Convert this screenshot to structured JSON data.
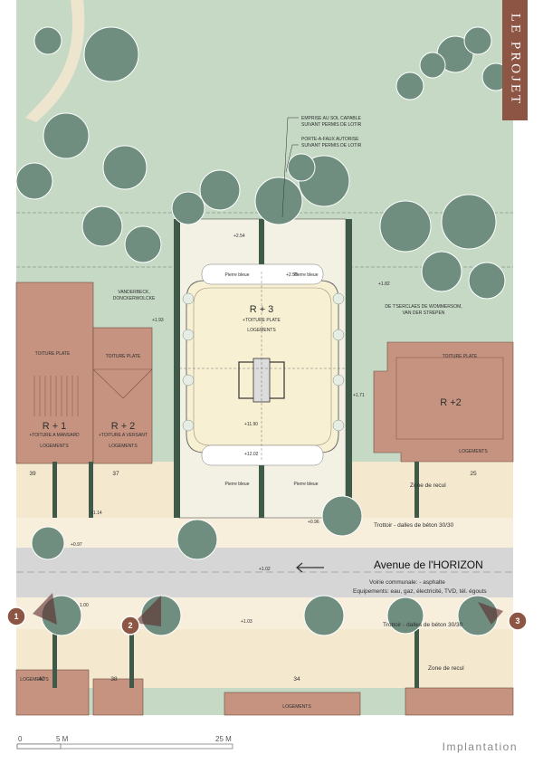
{
  "side_tab": {
    "label": "LE PROJET"
  },
  "caption": "Implantation",
  "scale": {
    "zero": "0",
    "mid": "5 M",
    "end": "25 M"
  },
  "annotations": {
    "emprise_1": "EMPRISE AU SOL CAPABLE",
    "emprise_2": "SUIVANT PERMIS DE LOTIR",
    "porte_1": "PORTE-A-FAUX AUTORISE",
    "porte_2": "SUIVANT PERMIS DE LOTIR",
    "owner_left_1": "VANDERBECK,",
    "owner_left_2": "DONCKERWOLCKE",
    "owner_right_1": "DE T'SERCLAES DE WOMMERSOM,",
    "owner_right_2": "VAN DER STREPEN"
  },
  "project": {
    "floors": "R + 3",
    "roof": "+TOITURE PLATE",
    "use": "LOGEMENTS",
    "stone_top_left": "Pierre bleue",
    "stone_top_right": "Pierre bleue",
    "stone_bottom_left": "Pierre bleue",
    "stone_bottom_right": "Pierre bleue"
  },
  "buildings": {
    "left_roof": "TOITURE PLATE",
    "left_roof2": "TOITURE PLATE",
    "r1": "R + 1",
    "r1_note": "+TOITURE A MANSARD",
    "r2": "R + 2",
    "r2_note": "+TOITURE A VERSANT",
    "logements_left": "LOGEMENTS",
    "logements_mid": "LOGEMENTS",
    "right_roof": "TOITURE PLATE",
    "right_r2": "R +2",
    "logements_right": "LOGEMENTS",
    "logements_bottom_left": "LOGEMENTS",
    "logements_bottom_mid": "LOGEMENTS"
  },
  "house_numbers": {
    "n39": "39",
    "n37": "37",
    "n25": "25",
    "n40": "40",
    "n38": "38",
    "n34": "34"
  },
  "zones": {
    "recul_top": "Zone de recul",
    "recul_bottom": "Zone de recul"
  },
  "sidewalks": {
    "top": "Trottoir - dalles de béton 30/30",
    "bottom": "Trottoir - dalles de béton 30/30"
  },
  "road": {
    "name": "Avenue de l'HORIZON",
    "voirie": "Voirie communale: - asphalte",
    "equipements": "Equipements: eau, gaz, électricité, TVD, tél. égouts"
  },
  "levels": {
    "l254": "+2.54",
    "l259": "+2.59",
    "l182": "+1.82",
    "l193": "+1.93",
    "l171": "+1.71",
    "l114": "+1.14",
    "l097": "+0.97",
    "l096": "+0.96",
    "l102": "+1.02",
    "l100": "1.00",
    "l103": "+1.03",
    "l1190": "+11.90",
    "l1202": "+12.02"
  },
  "markers": [
    "1",
    "2",
    "3"
  ]
}
